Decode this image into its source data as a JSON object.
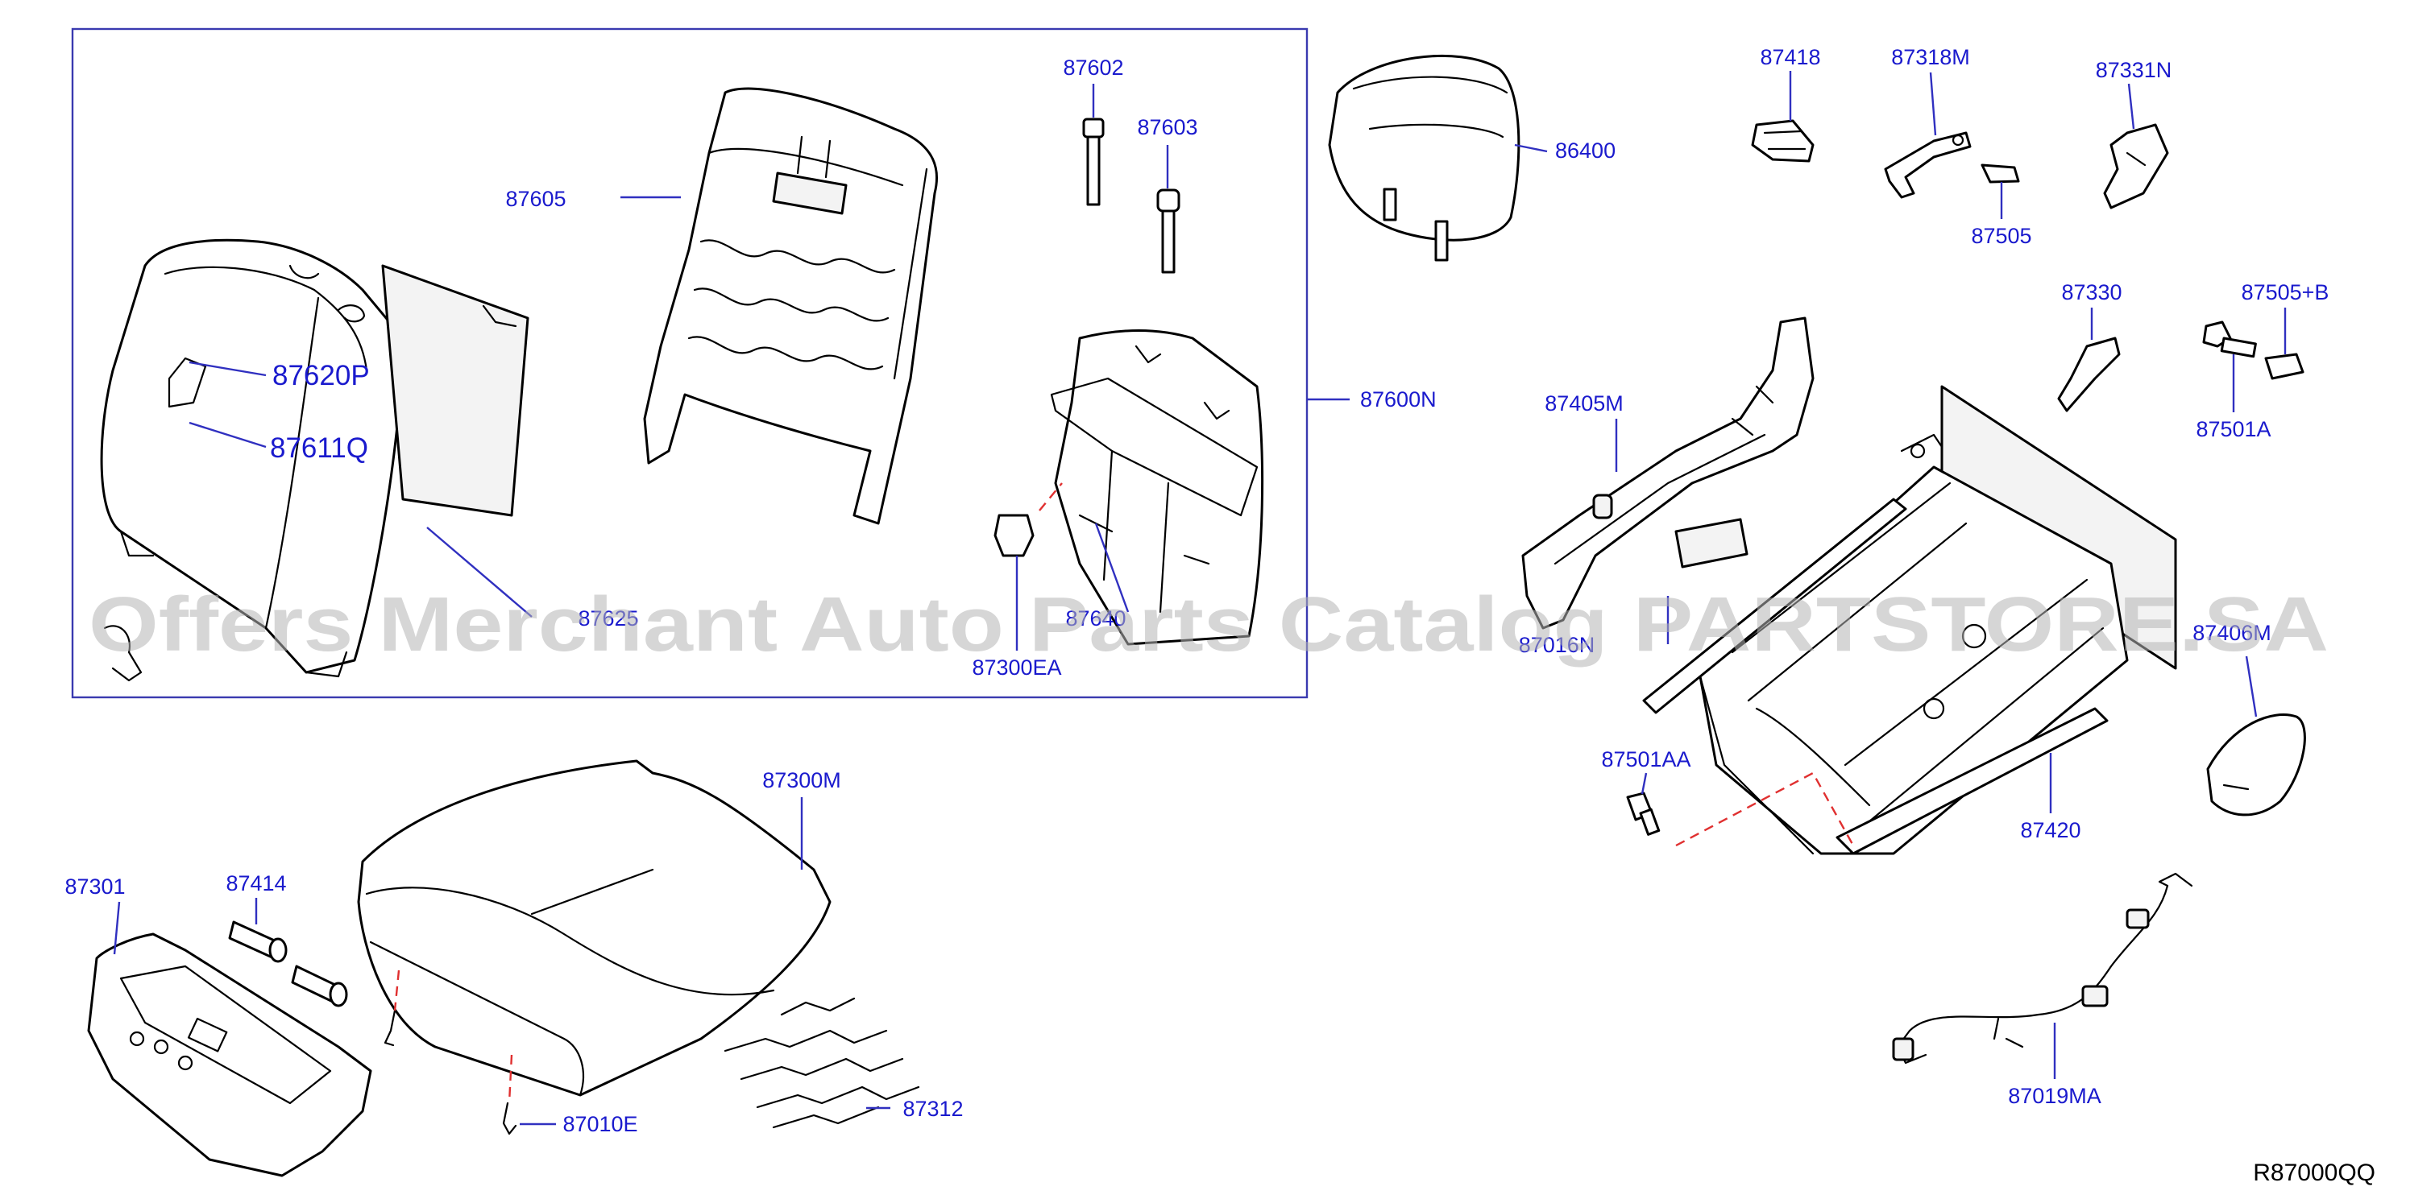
{
  "diagram": {
    "labels": {
      "87602": "87602",
      "87603": "87603",
      "87605": "87605",
      "86400": "86400",
      "87620P": "87620P",
      "87611Q": "87611Q",
      "87600N": "87600N",
      "87625": "87625",
      "87640": "87640",
      "87300EA": "87300EA",
      "87418": "87418",
      "87318M": "87318M",
      "87331N": "87331N",
      "87505": "87505",
      "87330": "87330",
      "87505B": "87505+B",
      "87501A": "87501A",
      "87405M": "87405M",
      "87016N": "87016N",
      "87406M": "87406M",
      "87501AA": "87501AA",
      "87420": "87420",
      "87019MA": "87019MA",
      "87301": "87301",
      "87414": "87414",
      "87300M": "87300M",
      "87010E": "87010E",
      "87312": "87312"
    },
    "diagram_ref": "R87000QQ",
    "watermark": "Offers Merchant Auto Parts Catalog PARTSTORE.SA"
  },
  "colors": {
    "label": "#1a1acd",
    "leader": "#3030c0",
    "hidden_line": "#e03030",
    "watermark": "#b4b4b4"
  }
}
